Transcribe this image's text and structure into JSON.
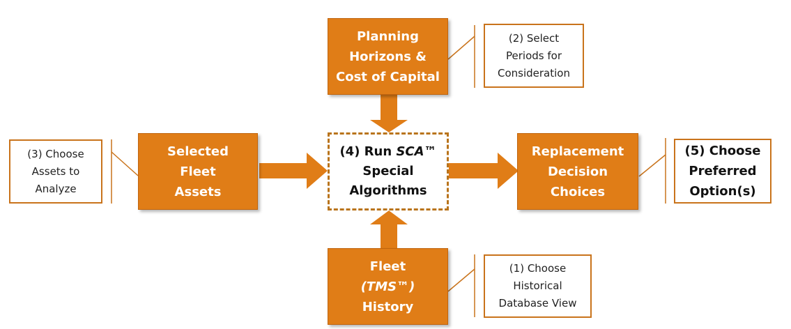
{
  "colors": {
    "box_fill": "#e07d17",
    "box_border": "#c0640d",
    "arrow_fill": "#e07d17",
    "note_border": "#c9731b",
    "dashed_border": "#b9741c"
  },
  "nodes": {
    "planning": {
      "line1": "Planning",
      "line2": "Horizons &",
      "line3": "Cost of Capital"
    },
    "fleet_assets": {
      "line1": "Selected",
      "line2": "Fleet",
      "line3": "Assets"
    },
    "run_sca": {
      "line1_prefix": "(4) Run ",
      "line1_emph": "SCA™",
      "line2": "Special",
      "line3": "Algorithms"
    },
    "replacement": {
      "line1": "Replacement",
      "line2": "Decision",
      "line3": "Choices"
    },
    "fleet_history": {
      "line1": "Fleet",
      "line2": "(TMS™)",
      "line3": "History"
    }
  },
  "notes": {
    "select_periods": {
      "line1": "(2) Select",
      "line2": "Periods for",
      "line3": "Consideration"
    },
    "choose_assets": {
      "line1": "(3) Choose",
      "line2": "Assets to",
      "line3": "Analyze"
    },
    "choose_option": {
      "line1": "(5) Choose",
      "line2": "Preferred",
      "line3": "Option(s)"
    },
    "choose_view": {
      "line1": "(1) Choose",
      "line2": "Historical",
      "line3": "Database View"
    }
  }
}
